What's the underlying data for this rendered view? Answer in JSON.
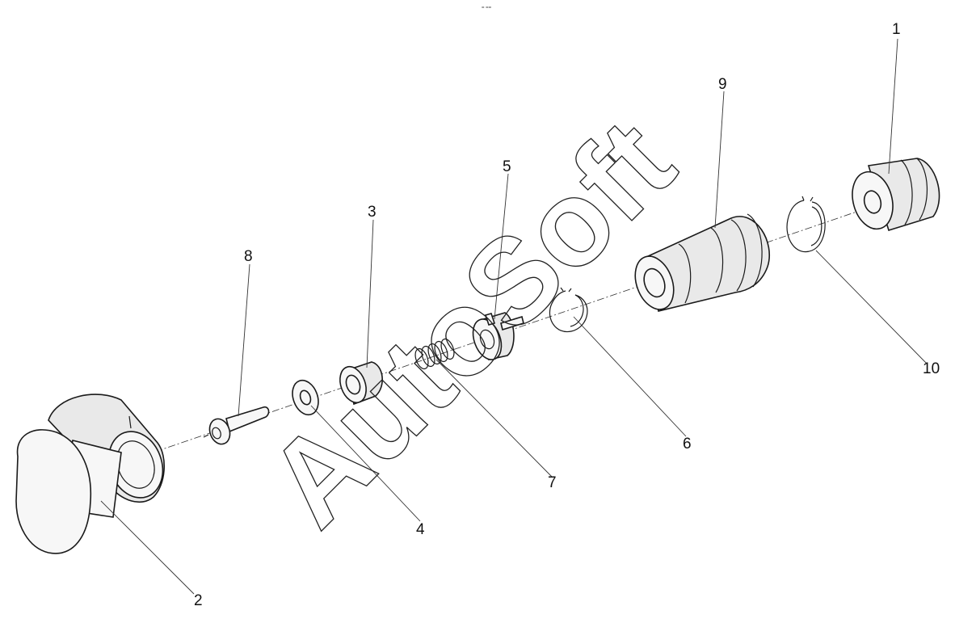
{
  "watermark": "AutoSoft",
  "top_mark": "= ==",
  "callouts": {
    "c1": "1",
    "c2": "2",
    "c3": "3",
    "c4": "4",
    "c5": "5",
    "c6": "6",
    "c7": "7",
    "c8": "8",
    "c9": "9",
    "c10": "10"
  }
}
